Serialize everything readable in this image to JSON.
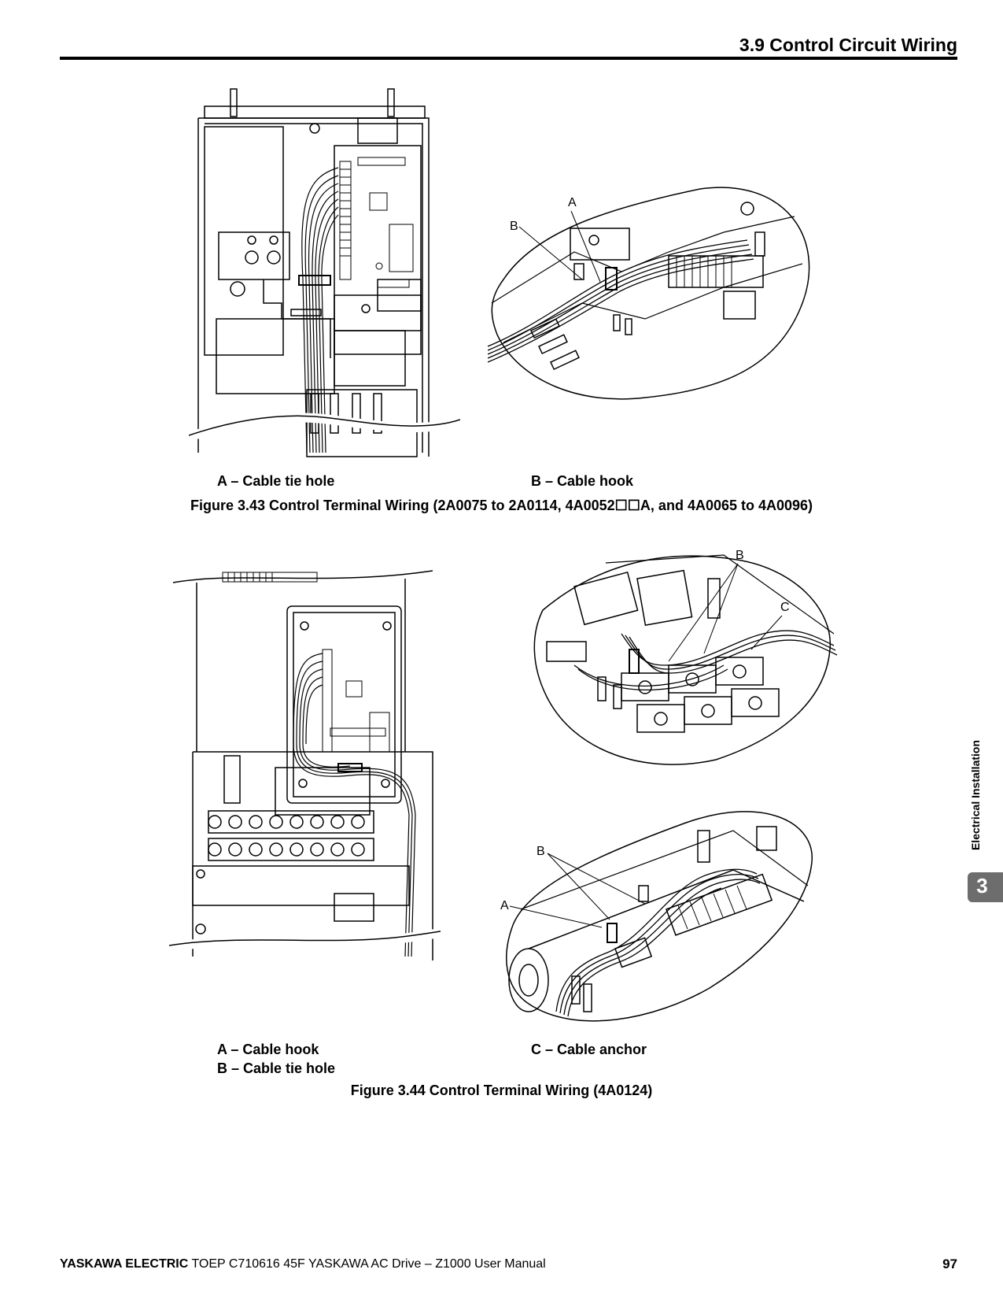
{
  "header": {
    "section_title": "3.9 Control Circuit Wiring"
  },
  "figure_3_43": {
    "callouts": {
      "a": "A",
      "b": "B"
    },
    "legend": {
      "a": "A – Cable tie hole",
      "b": "B – Cable hook"
    },
    "caption": "Figure 3.43  Control Terminal Wiring (2A0075 to 2A0114, 4A0052☐☐A, and 4A0065 to 4A0096)"
  },
  "figure_3_44": {
    "callouts": {
      "b_top": "B",
      "c_top": "C",
      "b_bottom": "B",
      "a_bottom": "A"
    },
    "legend": {
      "a": "A – Cable hook",
      "b": "B – Cable tie hole",
      "c": "C – Cable anchor"
    },
    "caption": "Figure 3.44  Control Terminal Wiring (4A0124)"
  },
  "side_tab": {
    "label": "Electrical Installation",
    "chapter": "3"
  },
  "footer": {
    "brand": "YASKAWA ELECTRIC",
    "doc": " TOEP C710616 45F YASKAWA AC Drive – Z1000 User Manual",
    "page": "97"
  }
}
